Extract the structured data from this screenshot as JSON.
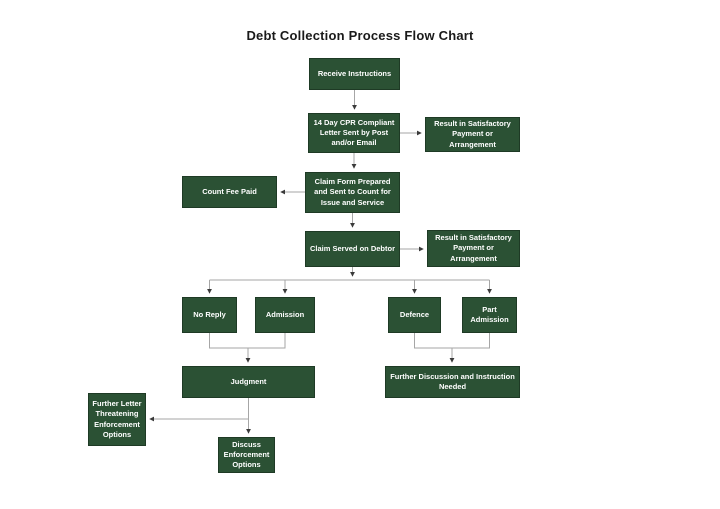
{
  "title": "Debt Collection Process Flow Chart",
  "nodes": {
    "receive_instructions": "Receive Instructions",
    "cpr_letter": "14 Day CPR Compliant Letter Sent by Post and/or Email",
    "result_satisfactory_top": "Result in Satisfactory Payment or Arrangement",
    "count_fee_paid": "Count Fee Paid",
    "claim_form": "Claim Form Prepared and Sent to Count for Issue and Service",
    "claim_served": "Claim Served on Debtor",
    "result_satisfactory_mid": "Result in Satisfactory Payment or Arrangement",
    "no_reply": "No Reply",
    "admission": "Admission",
    "defence": "Defence",
    "part_admission": "Part Admission",
    "judgment": "Judgment",
    "further_discussion": "Further Discussion and Instruction Needed",
    "further_letter": "Further Letter Threatening Enforcement Options",
    "discuss_enforcement": "Discuss Enforcement Options"
  },
  "colors": {
    "box-fill": "#2b5134",
    "box-border": "#1e3a25",
    "box-text": "#ffffff",
    "connector": "#a6a6a6",
    "arrowhead": "#3a3a3a",
    "title-text": "#1a1a1a",
    "background": "#ffffff"
  }
}
